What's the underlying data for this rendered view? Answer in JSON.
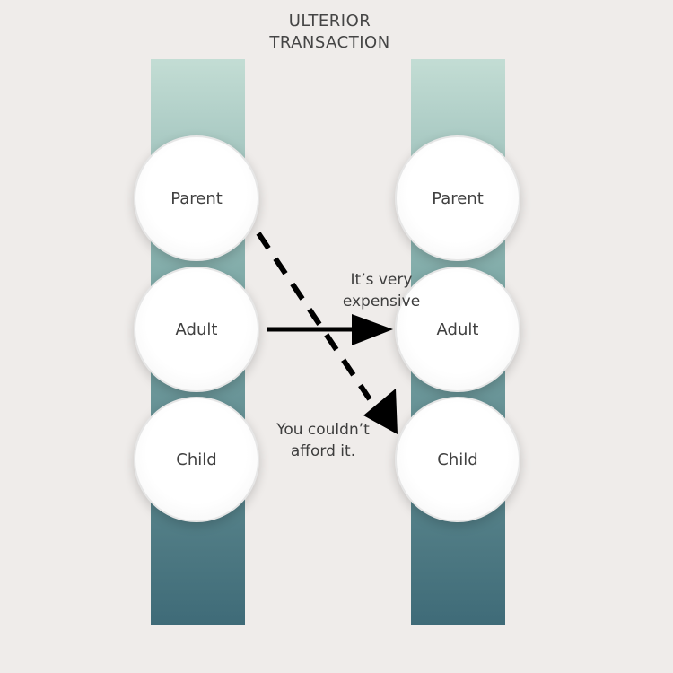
{
  "title": {
    "line1": "ULTERIOR",
    "line2": "TRANSACTION"
  },
  "left_column": {
    "states": [
      "Parent",
      "Adult",
      "Child"
    ]
  },
  "right_column": {
    "states": [
      "Parent",
      "Adult",
      "Child"
    ]
  },
  "messages": {
    "social": {
      "line1": "It’s very",
      "line2": "expensive"
    },
    "psychological": {
      "line1": "You couldn’t",
      "line2": "afford it."
    }
  },
  "colors": {
    "background": "#efecea",
    "column_top": "#c3ddd4",
    "column_bottom": "#3f6b78",
    "arrow": "#000000"
  }
}
